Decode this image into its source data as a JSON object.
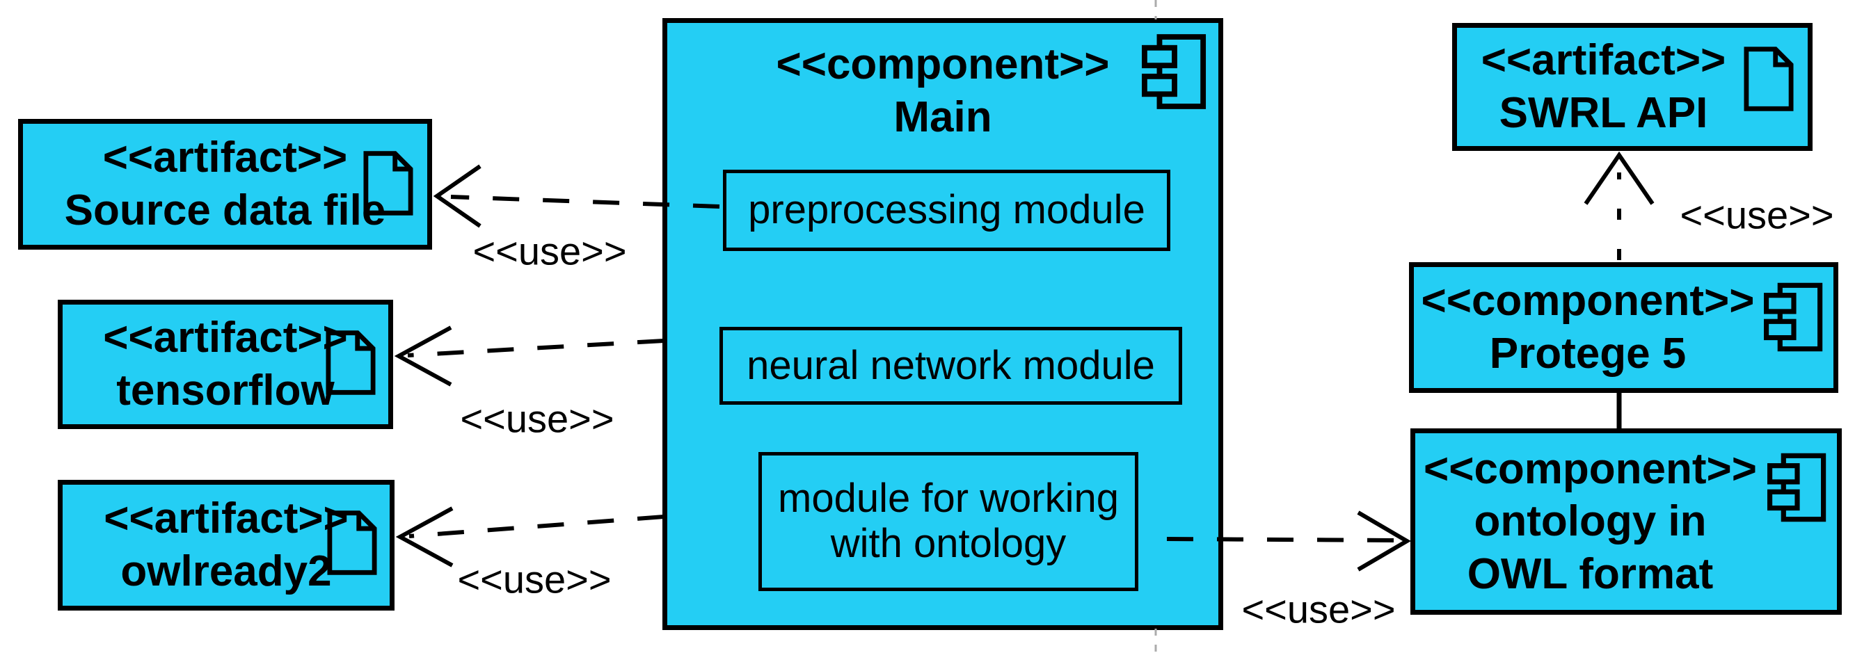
{
  "diagram": {
    "use_label": "<<use>>",
    "nodes": {
      "source_data_file": {
        "stereotype": "<<artifact>>",
        "name": "Source data file",
        "icon": "document-icon"
      },
      "tensorflow": {
        "stereotype": "<<artifact>>",
        "name": "tensorflow",
        "icon": "document-icon"
      },
      "owlready2": {
        "stereotype": "<<artifact>>",
        "name": "owlready2",
        "icon": "document-icon"
      },
      "main": {
        "stereotype": "<<component>>",
        "name": "Main",
        "icon": "component-icon",
        "modules": [
          "preprocessing module",
          "neural network module",
          "module for working with ontology"
        ]
      },
      "swrl_api": {
        "stereotype": "<<artifact>>",
        "name": "SWRL API",
        "icon": "document-icon"
      },
      "protege5": {
        "stereotype": "<<component>>",
        "name": "Protege 5",
        "icon": "component-icon"
      },
      "ontology_owl": {
        "stereotype": "<<component>>",
        "name": "ontology in OWL format",
        "icon": "component-icon"
      }
    },
    "edges": [
      {
        "from": "Main / preprocessing module",
        "to": "Source data file",
        "type": "dashed-dependency",
        "label": "<<use>>"
      },
      {
        "from": "Main",
        "to": "tensorflow",
        "type": "dashed-dependency",
        "label": "<<use>>"
      },
      {
        "from": "Main",
        "to": "owlready2",
        "type": "dashed-dependency",
        "label": "<<use>>"
      },
      {
        "from": "Main / module for working with ontology",
        "to": "ontology in OWL format",
        "type": "dashed-dependency",
        "label": "<<use>>"
      },
      {
        "from": "Protege 5",
        "to": "SWRL API",
        "type": "dashed-dependency",
        "label": "<<use>>"
      },
      {
        "from": "Protege 5",
        "to": "ontology in OWL format",
        "type": "solid-link",
        "label": ""
      }
    ],
    "colors": {
      "node_fill": "#24CEF4",
      "border": "#000000",
      "text": "#000000",
      "page_guide": "#ABABAB",
      "background": "#FFFFFF"
    }
  }
}
